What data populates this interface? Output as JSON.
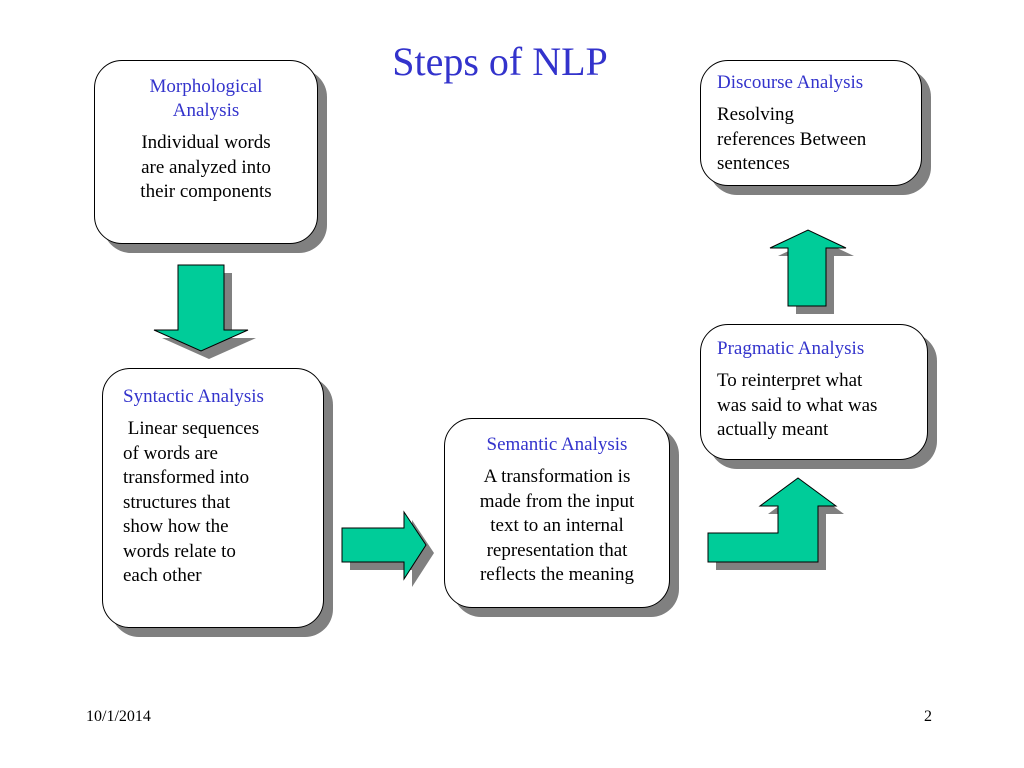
{
  "title": "Steps of NLP",
  "boxes": {
    "morphological": {
      "title": "Morphological\nAnalysis",
      "body": "Individual words\nare analyzed into\ntheir components"
    },
    "syntactic": {
      "title": "Syntactic Analysis",
      "body": " Linear sequences\nof words are\ntransformed into\nstructures that\nshow how the\nwords relate to\neach other"
    },
    "semantic": {
      "title": "Semantic Analysis",
      "body": "A transformation is\nmade from the input\ntext to an internal\nrepresentation that\nreflects the meaning"
    },
    "pragmatic": {
      "title": "Pragmatic Analysis",
      "body": "To reinterpret what\nwas said to what was\nactually meant"
    },
    "discourse": {
      "title": "Discourse Analysis",
      "body": "Resolving\nreferences Between\nsentences"
    }
  },
  "footer": {
    "date": "10/1/2014",
    "page": "2"
  },
  "colors": {
    "title": "#3333cc",
    "arrow_fill": "#00cc99",
    "shadow": "#808080"
  }
}
